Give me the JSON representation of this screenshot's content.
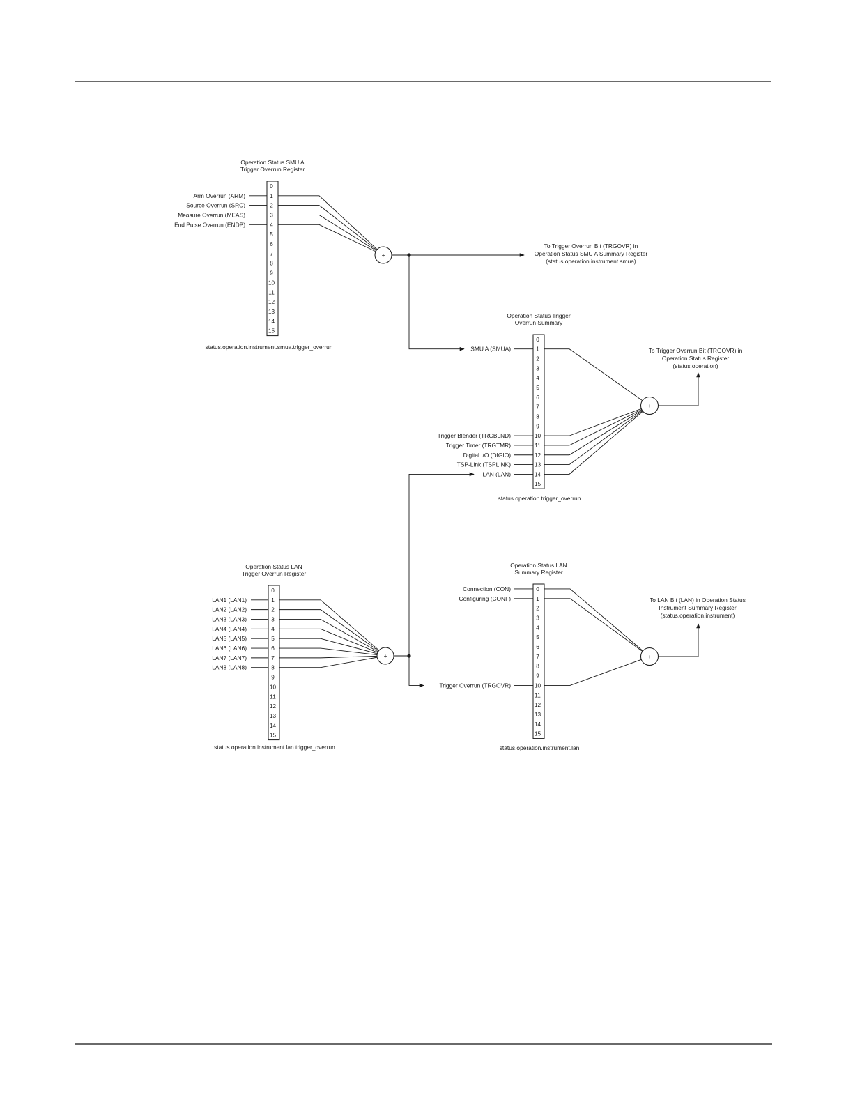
{
  "registers": {
    "smua": {
      "title": [
        "Operation Status SMU A",
        "Trigger Overrun Register"
      ],
      "bits": [
        "0",
        "1",
        "2",
        "3",
        "4",
        "5",
        "6",
        "7",
        "8",
        "9",
        "10",
        "11",
        "12",
        "13",
        "14",
        "15"
      ],
      "inputs": [
        {
          "bit": 1,
          "label": "Arm Overrun (ARM)"
        },
        {
          "bit": 2,
          "label": "Source Overrun (SRC)"
        },
        {
          "bit": 3,
          "label": "Measure Overrun (MEAS)"
        },
        {
          "bit": 4,
          "label": "End Pulse Overrun (ENDP)"
        }
      ],
      "attribute": "status.operation.instrument.smua.trigger_overrun",
      "or_symbol": "+",
      "output": [
        "To Trigger Overrun Bit (TRGOVR) in",
        "Operation Status SMU A Summary Register",
        "(status.operation.instrument.smua)"
      ]
    },
    "summary": {
      "title": [
        "Operation Status Trigger",
        "Overrun Summary"
      ],
      "bits": [
        "0",
        "1",
        "2",
        "3",
        "4",
        "5",
        "6",
        "7",
        "8",
        "9",
        "10",
        "11",
        "12",
        "13",
        "14",
        "15"
      ],
      "inputs": [
        {
          "bit": 1,
          "label": "SMU A (SMUA)"
        },
        {
          "bit": 10,
          "label": "Trigger Blender (TRGBLND)"
        },
        {
          "bit": 11,
          "label": "Trigger Timer (TRGTMR)"
        },
        {
          "bit": 12,
          "label": "Digital I/O (DIGIO)"
        },
        {
          "bit": 13,
          "label": "TSP-Link (TSPLINK)"
        },
        {
          "bit": 14,
          "label": "LAN (LAN)"
        }
      ],
      "attribute": "status.operation.trigger_overrun",
      "or_symbol": "+",
      "output": [
        "To Trigger Overrun Bit (TRGOVR) in",
        "Operation Status Register",
        "(status.operation)"
      ]
    },
    "lan": {
      "title": [
        "Operation Status LAN",
        "Trigger Overrun Register"
      ],
      "bits": [
        "0",
        "1",
        "2",
        "3",
        "4",
        "5",
        "6",
        "7",
        "8",
        "9",
        "10",
        "11",
        "12",
        "13",
        "14",
        "15"
      ],
      "inputs": [
        {
          "bit": 1,
          "label": "LAN1 (LAN1)"
        },
        {
          "bit": 2,
          "label": "LAN2 (LAN2)"
        },
        {
          "bit": 3,
          "label": "LAN3 (LAN3)"
        },
        {
          "bit": 4,
          "label": "LAN4 (LAN4)"
        },
        {
          "bit": 5,
          "label": "LAN5 (LAN5)"
        },
        {
          "bit": 6,
          "label": "LAN6 (LAN6)"
        },
        {
          "bit": 7,
          "label": "LAN7 (LAN7)"
        },
        {
          "bit": 8,
          "label": "LAN8 (LAN8)"
        }
      ],
      "attribute": "status.operation.instrument.lan.trigger_overrun",
      "or_symbol": "+"
    },
    "lansum": {
      "title": [
        "Operation Status LAN",
        "Summary Register"
      ],
      "bits": [
        "0",
        "1",
        "2",
        "3",
        "4",
        "5",
        "6",
        "7",
        "8",
        "9",
        "10",
        "11",
        "12",
        "13",
        "14",
        "15"
      ],
      "inputs": [
        {
          "bit": 0,
          "label": "Connection (CON)"
        },
        {
          "bit": 1,
          "label": "Configuring (CONF)"
        },
        {
          "bit": 10,
          "label": "Trigger Overrun (TRGOVR)"
        }
      ],
      "attribute": "status.operation.instrument.lan",
      "or_symbol": "+",
      "output": [
        "To LAN Bit (LAN) in Operation Status",
        "Instrument Summary Register",
        "(status.operation.instrument)"
      ]
    }
  }
}
